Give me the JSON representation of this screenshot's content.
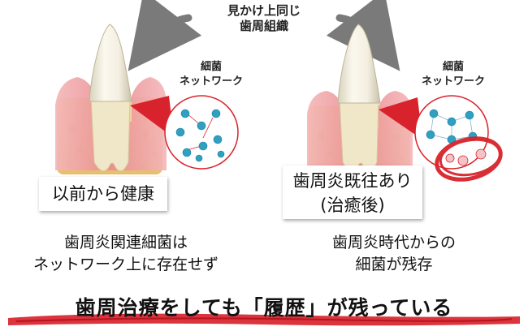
{
  "top_caption": [
    "見かけ上同じ",
    "歯周組織"
  ],
  "left_panel": {
    "network_label": [
      "細菌",
      "ネットワーク"
    ],
    "status": [
      "以前から健康"
    ],
    "description": [
      "歯周炎関連細菌は",
      "ネットワーク上に存在せず"
    ]
  },
  "right_panel": {
    "network_label": [
      "細菌",
      "ネットワーク"
    ],
    "status": [
      "歯周炎既往あり",
      "(治癒後)"
    ],
    "description": [
      "歯周炎時代からの",
      "細菌が残存"
    ]
  },
  "bottom_title": "歯周治療をしても「履歴」が残っている",
  "colors": {
    "gum": "#e98c90",
    "bone": "#f2d28c",
    "enamel": "#f7f3e6",
    "bacteria": "#2f9fc2",
    "highlight_red": "#d9232c",
    "arrow_gray": "#7a7a7a"
  }
}
